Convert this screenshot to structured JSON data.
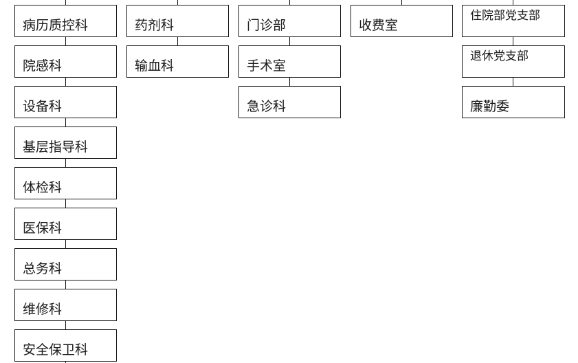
{
  "diagram": {
    "columns": [
      {
        "items": [
          "病历质控科",
          "院感科",
          "设备科",
          "基层指导科",
          "体检科",
          "医保科",
          "总务科",
          "维修科",
          "安全保卫科"
        ]
      },
      {
        "items": [
          "药剂科",
          "输血科"
        ]
      },
      {
        "items": [
          "门诊部",
          "手术室",
          "急诊科"
        ]
      },
      {
        "items": [
          "收费室"
        ]
      },
      {
        "items": [
          "住院部党支部",
          "退休党支部",
          "廉勤委"
        ]
      }
    ]
  },
  "colors": {
    "stroke": "#1a1a1a",
    "fill": "#ffffff"
  }
}
